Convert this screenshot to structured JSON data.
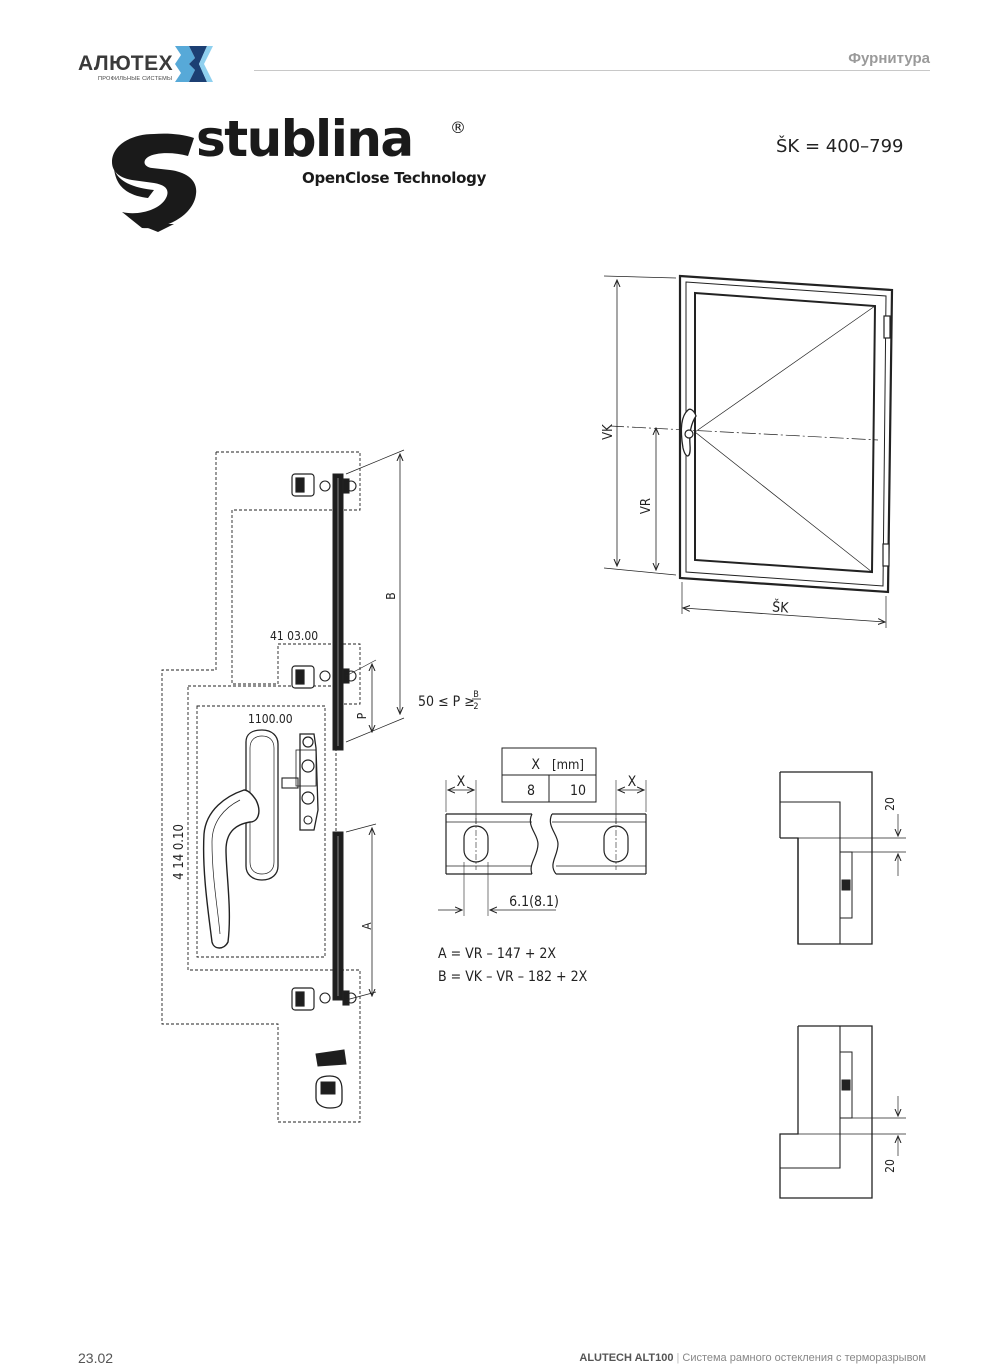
{
  "header": {
    "brand_name": "АЛЮТЕХ",
    "brand_tagline": "ПРОФИЛЬНЫЕ СИСТЕМЫ",
    "section_title": "Фурнитура"
  },
  "manufacturer_logo": {
    "wordmark": "stublina",
    "registered": "®",
    "tagline": "OpenClose Technology"
  },
  "sash_width_range": "ŠK = 400–799",
  "window_diagram": {
    "height_label": "VK",
    "handle_height_label": "VR",
    "width_label": "ŠK"
  },
  "hardware_diagram": {
    "dim_b": "B",
    "dim_p": "P",
    "dim_a": "A",
    "part_middle_lock": "41 03.00",
    "part_handle": "1100.00",
    "part_gear": "4 14 0.10",
    "p_rule_prefix": "50 ≤ P ≥",
    "p_rule_num": "B",
    "p_rule_den": "2"
  },
  "slot_table": {
    "header_x": "X",
    "header_unit": "[mm]",
    "values": [
      "8",
      "10"
    ]
  },
  "slot_diagram": {
    "label_x_left": "X",
    "label_x_right": "X",
    "slot_width": "6.1(8.1)"
  },
  "formulas": [
    "A = VR – 147 + 2X",
    "B = VK – VR – 182 + 2X"
  ],
  "section_details": {
    "top_offset": "20",
    "bottom_offset": "20"
  },
  "footer": {
    "page_number": "23.02",
    "product": "ALUTECH ALT100",
    "separator": "|",
    "description": "Система рамного остекления с терморазрывом"
  }
}
